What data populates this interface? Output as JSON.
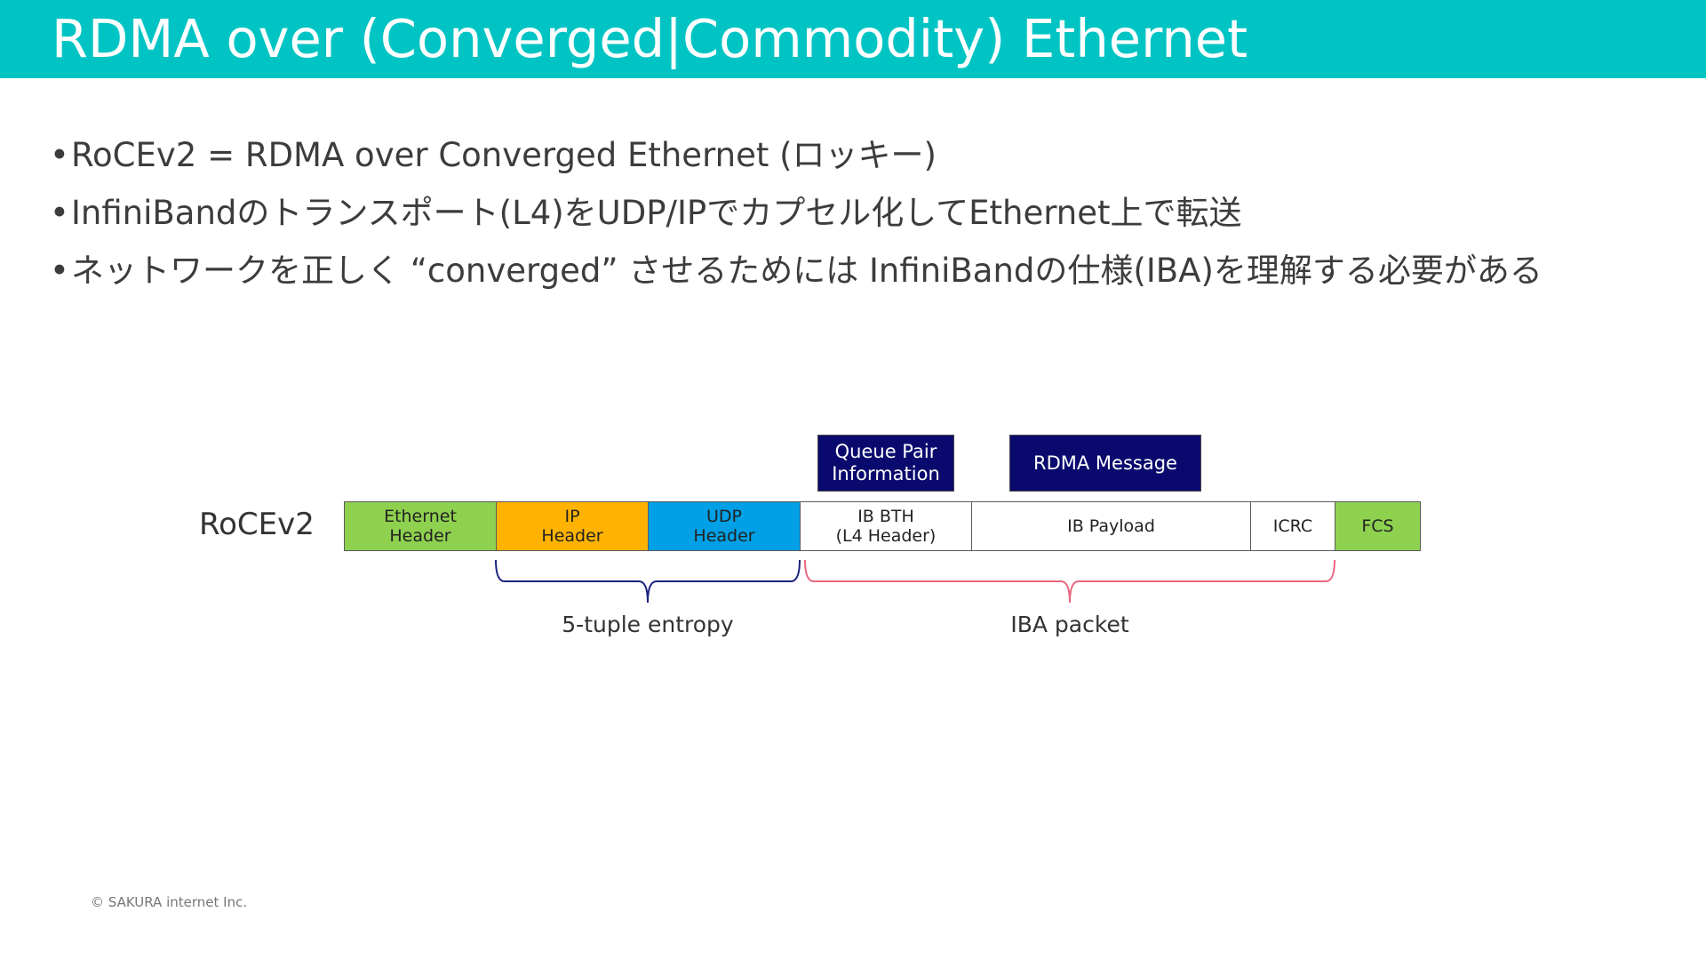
{
  "slide": {
    "title": "RDMA over (Converged|Commodity) Ethernet",
    "bullets": [
      "RoCEv2 = RDMA over Converged Ethernet (ロッキー)",
      "InfiniBandのトランスポート(L4)をUDP/IPでカプセル化してEthernet上で転送",
      "ネットワークを正しく “converged” させるためには InfiniBandの仕様(IBA)を理解する必要がある"
    ],
    "bullet_marker": "•",
    "footer": "© SAKURA internet Inc."
  },
  "diagram": {
    "row_label": "RoCEv2",
    "segments": [
      {
        "label": "Ethernet\nHeader",
        "color": "#8ed14f"
      },
      {
        "label": "IP\nHeader",
        "color": "#ffb300"
      },
      {
        "label": "UDP\nHeader",
        "color": "#00a0e6"
      },
      {
        "label": "IB BTH\n(L4 Header)",
        "color": "#ffffff"
      },
      {
        "label": "IB Payload",
        "color": "#ffffff"
      },
      {
        "label": "ICRC",
        "color": "#ffffff"
      },
      {
        "label": "FCS",
        "color": "#8ed14f"
      }
    ],
    "callouts": [
      {
        "label": "Queue Pair\nInformation"
      },
      {
        "label": "RDMA Message"
      }
    ],
    "callout_color": "#0a0a6e",
    "braces": [
      {
        "label": "5-tuple entropy",
        "color": "#1a237e"
      },
      {
        "label": "IBA packet",
        "color": "#e8667e"
      }
    ]
  }
}
